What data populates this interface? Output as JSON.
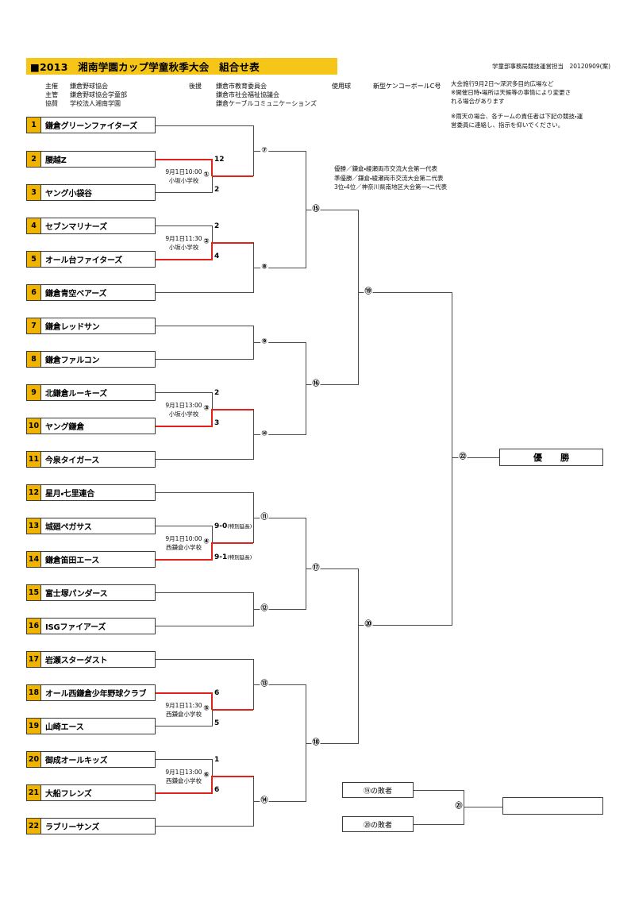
{
  "header": {
    "title": "■2013　湘南学園カップ学童秋季大会　組合せ表",
    "admin_note": "学童部事務局競技運営担当　20120909(案)",
    "org_rows": [
      {
        "label": "主催",
        "value": "鎌倉野球協会"
      },
      {
        "label": "主管",
        "value": "鎌倉野球協会学童部"
      },
      {
        "label": "協賛",
        "value": "学校法人湘南学園"
      }
    ],
    "support_label": "後援",
    "support_rows": [
      "鎌倉市教育委員会",
      "鎌倉市社会福祉協議会",
      "鎌倉ケーブルコミュニケーションズ"
    ],
    "ball_label": "使用球",
    "ball_value": "新型ケンコーボールC号",
    "notes": [
      "大会施行9月2日～深沢多目的広場など",
      "※開催日時・場所は天候等の事情により変更さ",
      "れる場合があります"
    ],
    "notes2": [
      "※雨天の場合、各チームの責任者は下記の競技・運",
      "営委員に連絡し、指示を仰いでください。"
    ]
  },
  "awards": [
    "優勝／鎌倉・綾瀬両市交流大会第一代表",
    "準優勝／鎌倉・綾瀬両市交流大会第二代表",
    "3位・4位／神奈川県南地区大会第一・二代表"
  ],
  "teams": [
    {
      "no": "1",
      "name": "鎌倉グリーンファイターズ"
    },
    {
      "no": "2",
      "name": "腰越Z"
    },
    {
      "no": "3",
      "name": "ヤング小袋谷"
    },
    {
      "no": "4",
      "name": "セブンマリナーズ"
    },
    {
      "no": "5",
      "name": "オール台ファイターズ"
    },
    {
      "no": "6",
      "name": "鎌倉青空ベアーズ"
    },
    {
      "no": "7",
      "name": "鎌倉レッドサン"
    },
    {
      "no": "8",
      "name": "鎌倉ファルコン"
    },
    {
      "no": "9",
      "name": "北鎌倉ルーキーズ"
    },
    {
      "no": "10",
      "name": "ヤング鎌倉"
    },
    {
      "no": "11",
      "name": "今泉タイガース"
    },
    {
      "no": "12",
      "name": "星月・七里連合"
    },
    {
      "no": "13",
      "name": "城廻ペガサス"
    },
    {
      "no": "14",
      "name": "鎌倉笛田エース"
    },
    {
      "no": "15",
      "name": "富士塚パンダース"
    },
    {
      "no": "16",
      "name": "ISGファイアーズ"
    },
    {
      "no": "17",
      "name": "岩瀬スターダスト"
    },
    {
      "no": "18",
      "name": "オール西鎌倉少年野球クラブ"
    },
    {
      "no": "19",
      "name": "山崎エース"
    },
    {
      "no": "20",
      "name": "御成オールキッズ"
    },
    {
      "no": "21",
      "name": "大船フレンズ"
    },
    {
      "no": "22",
      "name": "ラブリーサンズ"
    }
  ],
  "matches": [
    {
      "id": "1",
      "node": "①",
      "datetime": "9月1日10:00",
      "venue": "小坂小学校",
      "top_score": "12",
      "bottom_score": "2",
      "top_ext": "",
      "bottom_ext": ""
    },
    {
      "id": "2",
      "node": "②",
      "datetime": "9月1日11:30",
      "venue": "小坂小学校",
      "top_score": "2",
      "bottom_score": "4",
      "top_ext": "",
      "bottom_ext": ""
    },
    {
      "id": "3",
      "node": "③",
      "datetime": "9月1日13:00",
      "venue": "小坂小学校",
      "top_score": "2",
      "bottom_score": "3",
      "top_ext": "",
      "bottom_ext": ""
    },
    {
      "id": "4",
      "node": "④",
      "datetime": "9月1日10:00",
      "venue": "西鎌倉小学校",
      "top_score": "9-0",
      "bottom_score": "9-1",
      "top_ext": "(特別延長)",
      "bottom_ext": "(特別延長)"
    },
    {
      "id": "5",
      "node": "⑤",
      "datetime": "9月1日11:30",
      "venue": "西鎌倉小学校",
      "top_score": "6",
      "bottom_score": "5",
      "top_ext": "",
      "bottom_ext": ""
    },
    {
      "id": "6",
      "node": "⑥",
      "datetime": "9月1日13:00",
      "venue": "西鎌倉小学校",
      "top_score": "1",
      "bottom_score": "6",
      "top_ext": "",
      "bottom_ext": ""
    }
  ],
  "nodes": {
    "n7": "⑦",
    "n8": "⑧",
    "n9": "⑨",
    "n10": "⑩",
    "n11": "⑪",
    "n12": "⑫",
    "n13": "⑬",
    "n14": "⑭",
    "n15": "⑮",
    "n16": "⑯",
    "n17": "⑰",
    "n18": "⑱",
    "n19": "⑲",
    "n20": "⑳",
    "n21": "㉑",
    "n22": "㉒"
  },
  "results": {
    "champion_label": "優　勝",
    "loser_a_label": "⑲の敗者",
    "loser_b_label": "⑳の敗者",
    "third_label": ""
  },
  "colors": {
    "title_bg": "#f5c518",
    "team_num_bg": "#f0b400",
    "line": "#4a4a4a",
    "win_line": "#e2231a",
    "paper": "#ffffff"
  }
}
